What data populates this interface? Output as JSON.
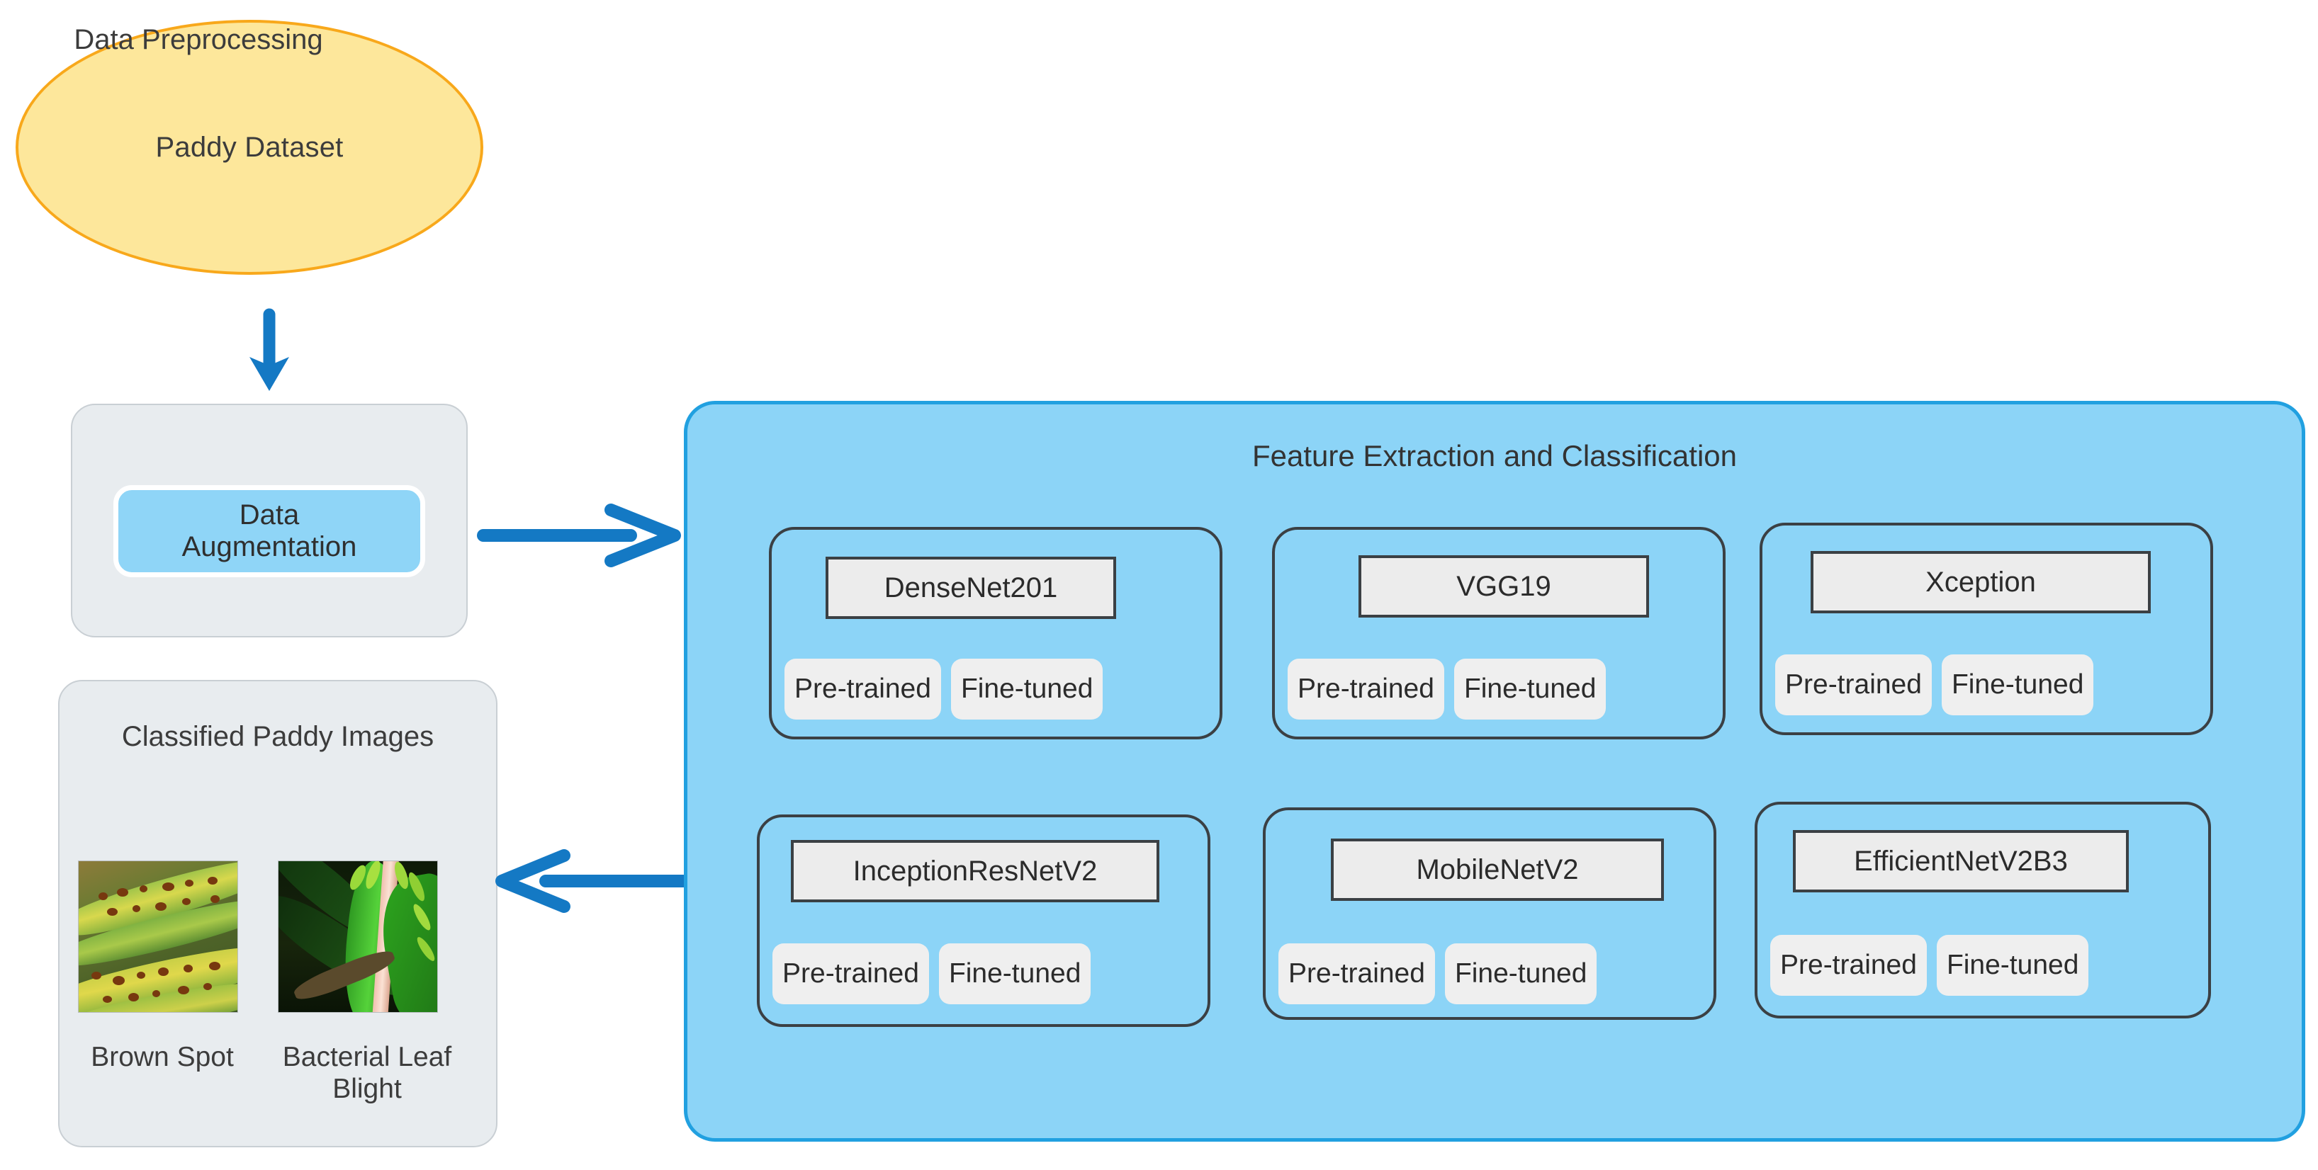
{
  "diagram": {
    "title": "Paddy disease classification pipeline",
    "colors": {
      "ellipse_fill": "#FDE79B",
      "ellipse_border": "#F8A81B",
      "gray_box_fill": "#E8ECEF",
      "gray_box_border": "#C9CFD4",
      "panel_fill": "#8CD4F7",
      "panel_border": "#21A0E0",
      "arrow": "#1479C4",
      "chip_fill": "#EFEFEF",
      "model_name_fill": "#ECECEC",
      "augmentation_fill": "#8FD5F7"
    }
  },
  "dataset": {
    "label": "Paddy Dataset"
  },
  "preprocessing": {
    "title": "Data Preprocessing",
    "augmentation": "Data\nAugmentation",
    "augmentation_line1": "Data",
    "augmentation_line2": "Augmentation"
  },
  "classified": {
    "title": "Classified Paddy Images",
    "items": [
      {
        "caption": "Brown Spot",
        "image_name": "brown-spot-leaf-photo"
      },
      {
        "caption": "Bacterial Leaf Blight",
        "image_name": "bacterial-leaf-blight-photo"
      }
    ]
  },
  "panel": {
    "title": "Feature Extraction and Classification",
    "models": [
      {
        "name": "DenseNet201",
        "chips": [
          "Pre-trained",
          "Fine-tuned"
        ]
      },
      {
        "name": "VGG19",
        "chips": [
          "Pre-trained",
          "Fine-tuned"
        ]
      },
      {
        "name": "Xception",
        "chips": [
          "Pre-trained",
          "Fine-tuned"
        ]
      },
      {
        "name": "InceptionResNetV2",
        "chips": [
          "Pre-trained",
          "Fine-tuned"
        ]
      },
      {
        "name": "MobileNetV2",
        "chips": [
          "Pre-trained",
          "Fine-tuned"
        ]
      },
      {
        "name": "EfficientNetV2B3",
        "chips": [
          "Pre-trained",
          "Fine-tuned"
        ]
      }
    ]
  },
  "arrows": [
    {
      "name": "dataset-to-preprocessing",
      "direction": "down"
    },
    {
      "name": "preprocessing-to-features",
      "direction": "right"
    },
    {
      "name": "features-to-classified",
      "direction": "left"
    }
  ]
}
